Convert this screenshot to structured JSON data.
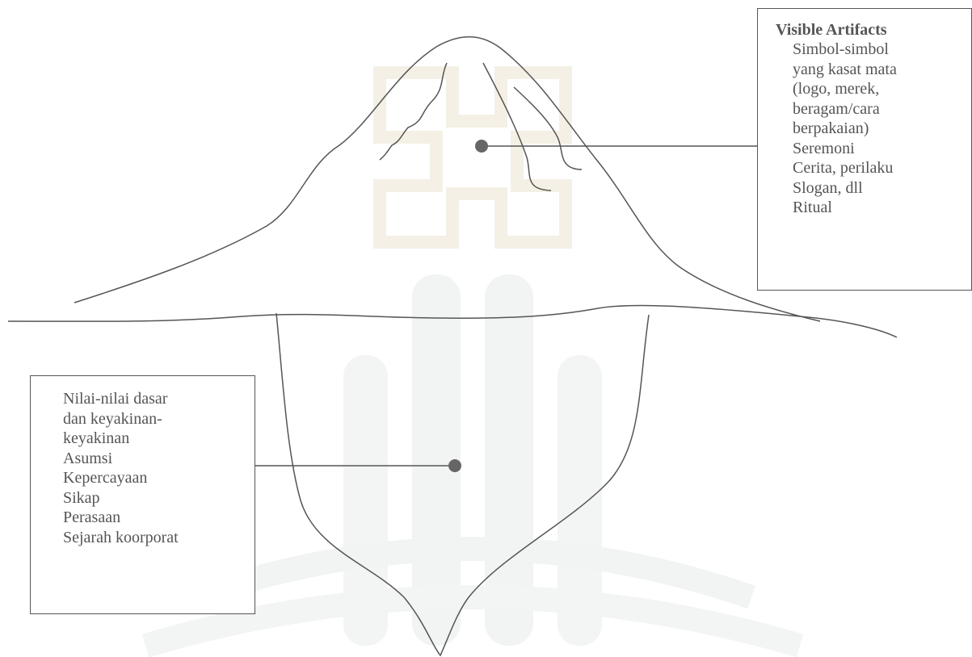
{
  "colors": {
    "line": "#555555",
    "watermark": "#f2efe3",
    "watermark_green": "#eef2f1",
    "background": "#ffffff"
  },
  "artifacts_box": {
    "heading": "Visible Artifacts",
    "items": [
      "Simbol-simbol",
      "yang kasat mata",
      "(logo, merek,",
      "beragam/cara",
      "berpakaian)",
      "Seremoni",
      "Cerita, perilaku",
      "Slogan, dll",
      "Ritual"
    ]
  },
  "values_box": {
    "items": [
      "Nilai-nilai dasar",
      "dan keyakinan-",
      "keyakinan",
      "Asumsi",
      "Kepercayaan",
      "Sikap",
      "Perasaan",
      "Sejarah koorporat"
    ]
  }
}
